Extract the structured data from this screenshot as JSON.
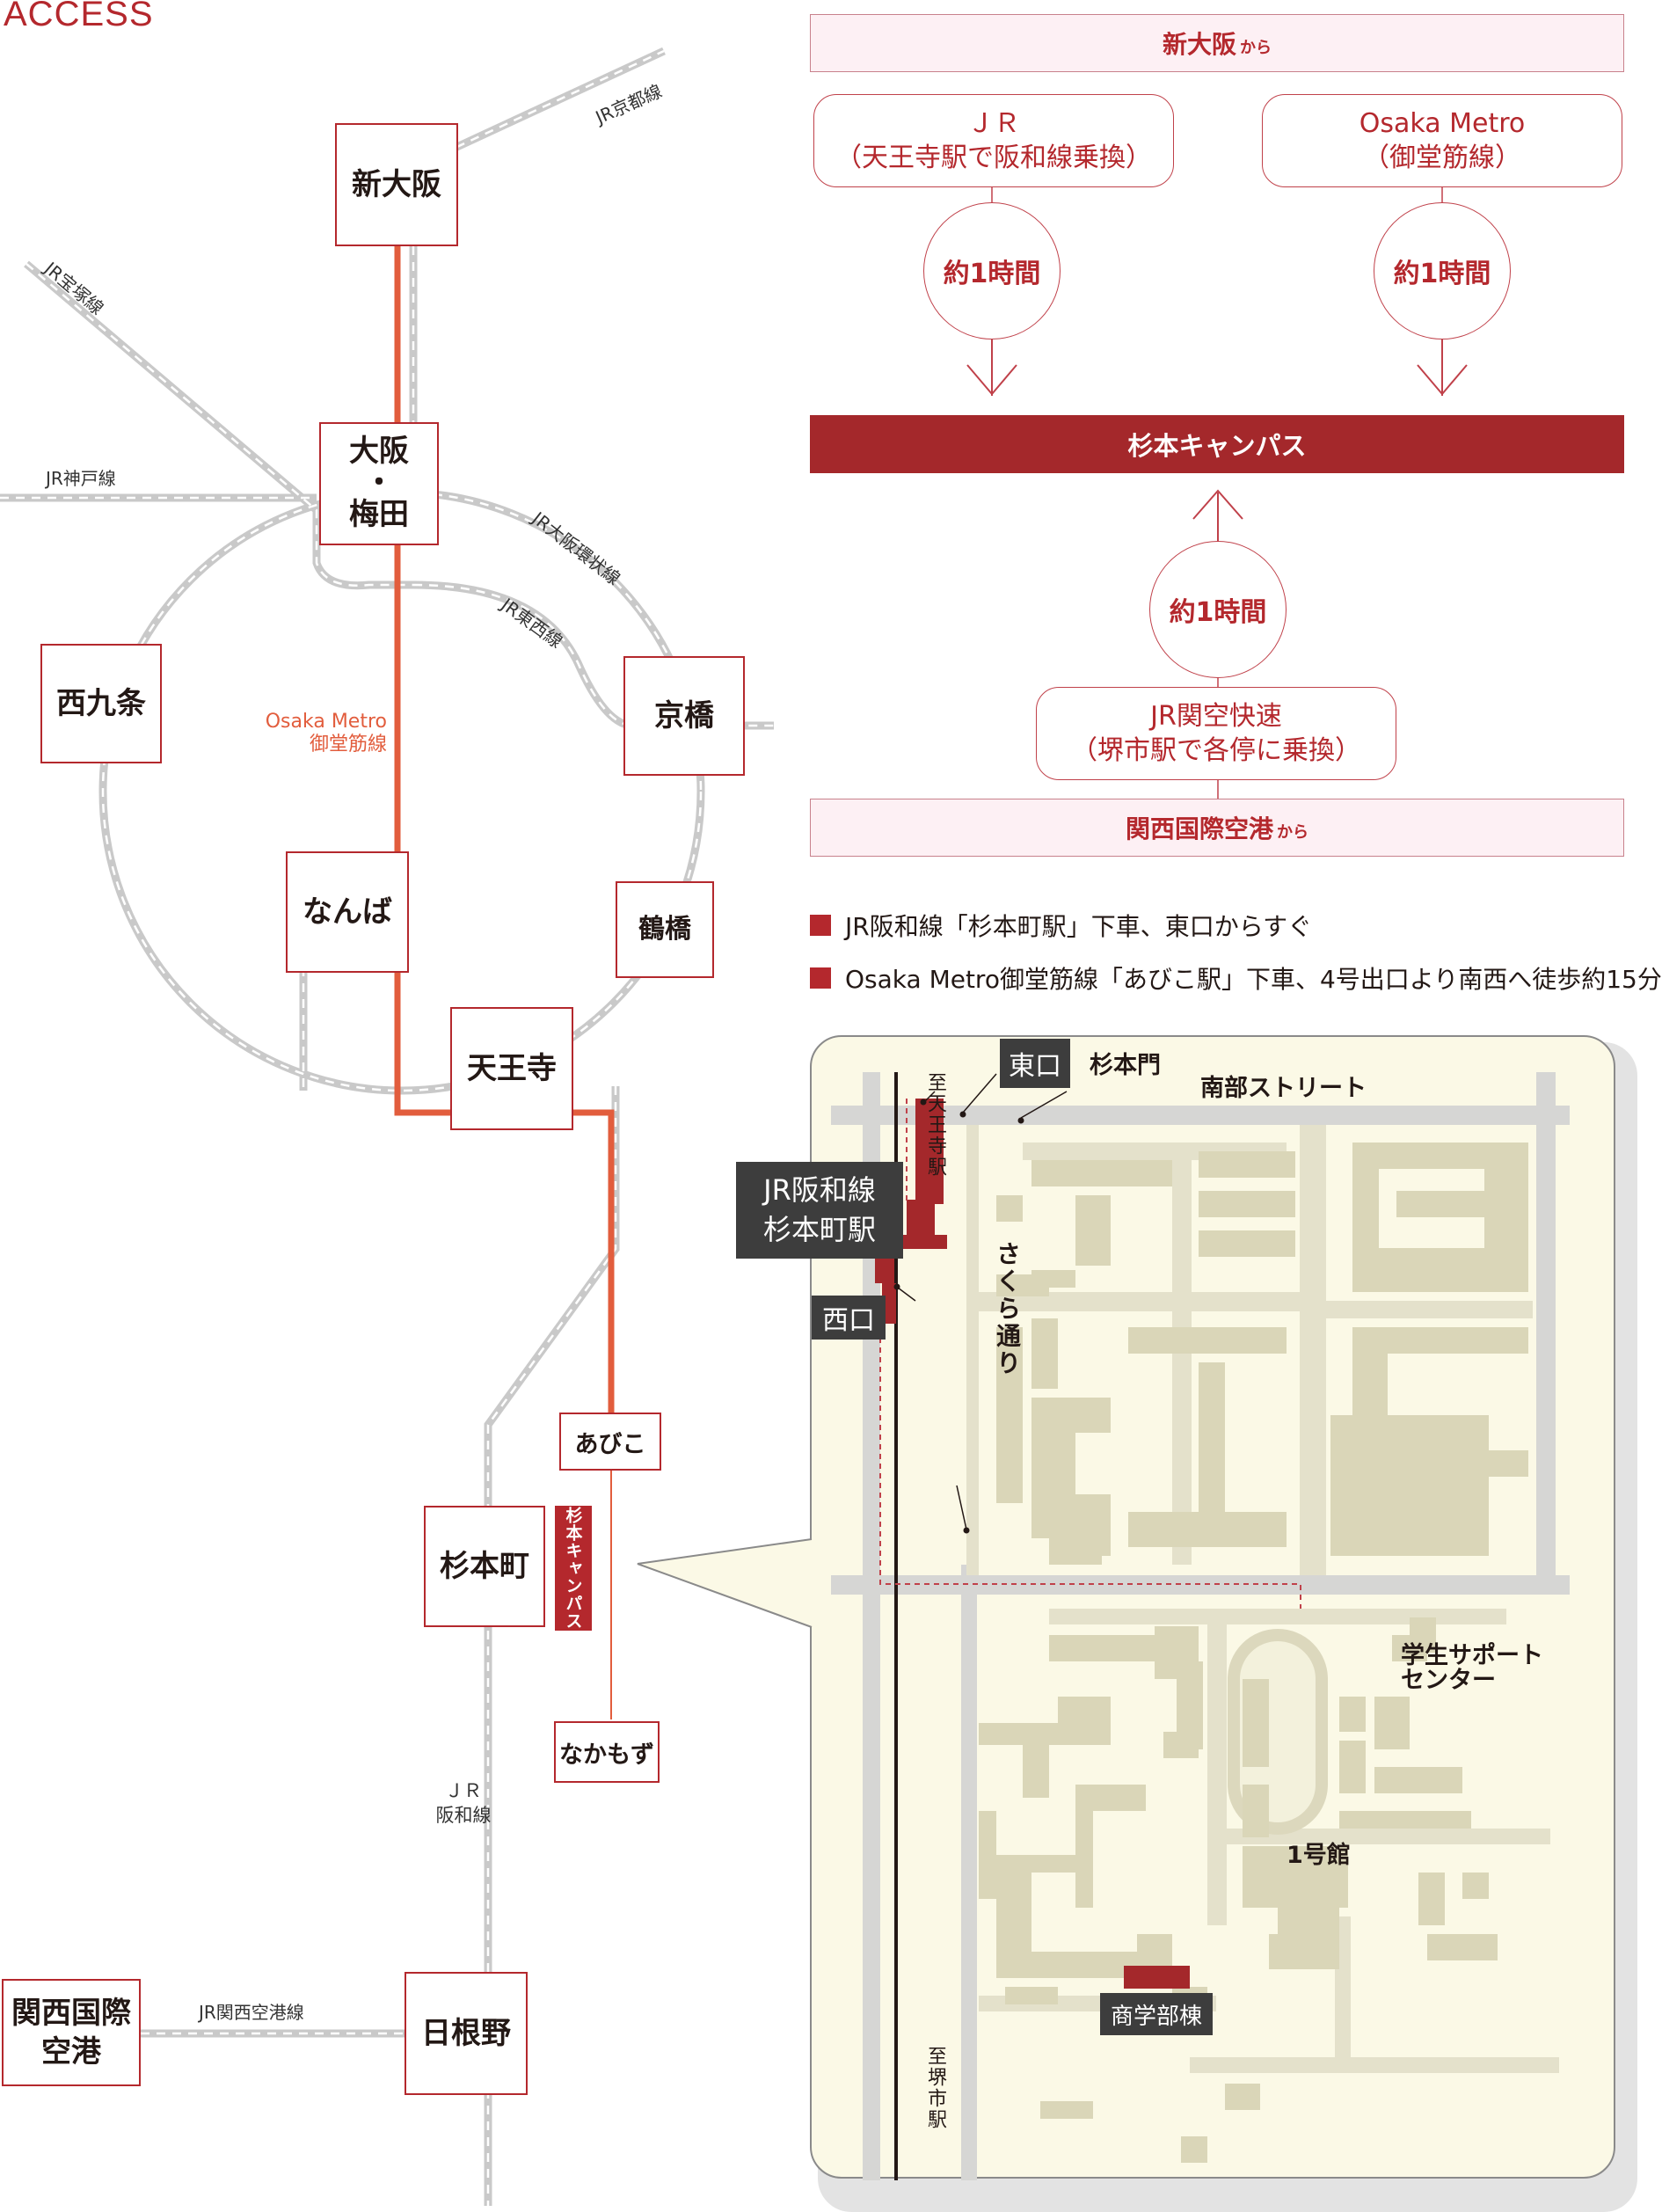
{
  "heading": "ACCESS",
  "rail_map": {
    "stations": {
      "shin_osaka": "新大阪",
      "osaka_umeda": "大阪\n・\n梅田",
      "nishikujo": "西九条",
      "kyobashi": "京橋",
      "namba": "なんば",
      "tsuruhashi": "鶴橋",
      "tennoji": "天王寺",
      "abiko": "あびこ",
      "sugimotocho": "杉本町",
      "nakamozu": "なかもず",
      "hineno": "日根野",
      "kix": "関西国際\n空港"
    },
    "lines": {
      "jr_kyoto": "JR京都線",
      "jr_takarazuka": "JR宝塚線",
      "jr_kobe": "JR神戸線",
      "jr_loop": "JR大阪環状線",
      "jr_tozai": "JR東西線",
      "metro_line1": "Osaka Metro",
      "metro_line2": "御堂筋線",
      "jr_hanwa1": "ＪＲ",
      "jr_hanwa2": "阪和線",
      "jr_kanku": "JR関西空港線"
    },
    "campus_tag": "杉本キャンパス"
  },
  "route_chart": {
    "from_shin_osaka": "新大阪",
    "from_suffix": "から",
    "jr_line": "ＪＲ",
    "jr_line_sub": "（天王寺駅で阪和線乗換）",
    "metro_line": "Osaka Metro",
    "metro_line_sub": "（御堂筋線）",
    "time_jr": "約1時間",
    "time_metro": "約1時間",
    "destination": "杉本キャンパス",
    "time_kix": "約1時間",
    "kix_line": "JR関空快速",
    "kix_line_sub": "（堺市駅で各停に乗換）",
    "from_kix": "関西国際空港",
    "from_kix_suffix": "から"
  },
  "notes": [
    "JR阪和線「杉本町駅」下車、東口からすぐ",
    "Osaka Metro御堂筋線「あびこ駅」下車、4号出口より南西へ徒歩約15分"
  ],
  "campus_map": {
    "east_exit": "東口",
    "west_exit": "西口",
    "gate": "杉本門",
    "south_street": "南部ストリート",
    "station_label": "JR阪和線\n杉本町駅",
    "to_tennoji": "至天王寺駅",
    "to_sakai": "至堺市駅",
    "sakura": "さくら通り",
    "student_support": "学生サポート\nセンター",
    "building1": "1号館",
    "commerce": "商学部棟"
  },
  "colors": {
    "accent": "#b4282d",
    "metro": "#e25d3d",
    "panel": "#fbf9e6",
    "building": "#dad6b8"
  }
}
